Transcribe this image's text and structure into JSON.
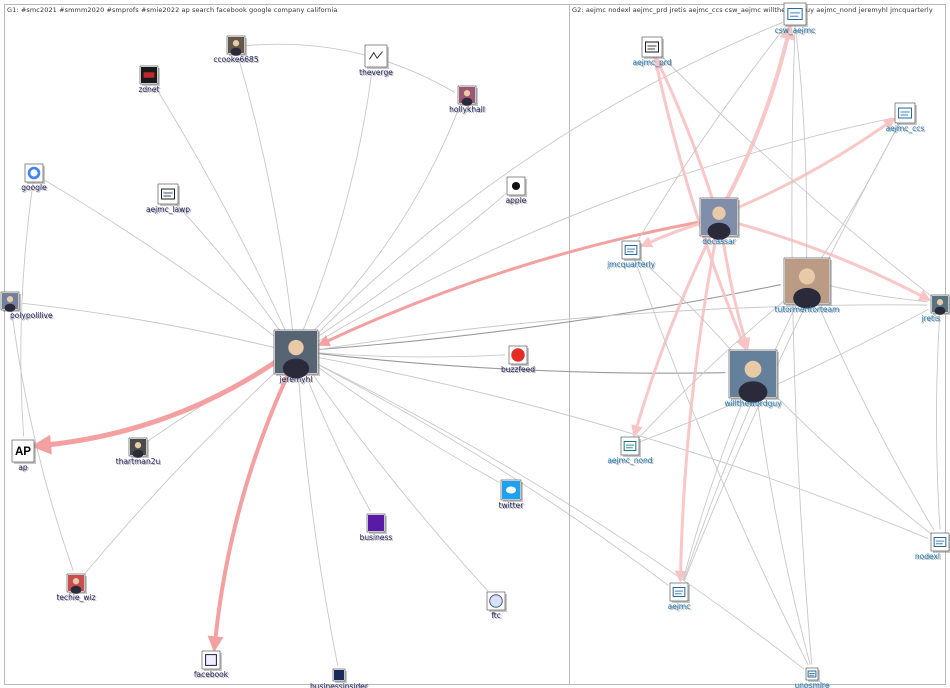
{
  "groups": [
    {
      "id": "g1",
      "title": "G1: #smc2021 #smmm2020 #smprofs #smie2022 ap search facebook google company california"
    },
    {
      "id": "g2",
      "title": "G2: aejmc nodexl aejmc_prd jretis aejmc_ccs csw_aejmc willthewordguy aejmc_nond jeremyhl jmcquarterly"
    }
  ],
  "colors": {
    "g1_label": "#1f1f5c",
    "g2_label": "#1f7ab8",
    "edge_gray": "#c8c8c8",
    "edge_dark": "#9a9a9a",
    "edge_red": "#f4a0a0",
    "edge_pink": "#f8c4c4",
    "panel_border": "#b9b9b9"
  },
  "nodes": [
    {
      "id": "ccooke6685",
      "label": "ccooke6685",
      "group": "g1",
      "icon": "avatar-photo-icon",
      "icon_color": "#4a3a2a"
    },
    {
      "id": "zdnet",
      "label": "zdnet",
      "group": "g1",
      "icon": "zdnet-logo-icon",
      "icon_color": "#c0282d"
    },
    {
      "id": "theverge",
      "label": "theverge",
      "group": "g1",
      "icon": "verge-logo-icon",
      "icon_color": "#333333"
    },
    {
      "id": "hollykhall",
      "label": "hollykhall",
      "group": "g1",
      "icon": "avatar-photo-icon",
      "icon_color": "#8a3a5a"
    },
    {
      "id": "google",
      "label": "google",
      "group": "g1",
      "icon": "google-logo-icon",
      "icon_color": "#4285f4"
    },
    {
      "id": "aejmc_lawp",
      "label": "aejmc_lawp",
      "group": "g1",
      "icon": "doc-icon",
      "icon_color": "#222222"
    },
    {
      "id": "apple",
      "label": "apple",
      "group": "g1",
      "icon": "apple-logo-icon",
      "icon_color": "#111111"
    },
    {
      "id": "polypolilive",
      "label": "polypolilive",
      "group": "g1",
      "icon": "avatar-photo-icon",
      "icon_color": "#5a6a8a"
    },
    {
      "id": "jeremyhl",
      "label": "jeremyhl",
      "group": "g1",
      "icon": "avatar-photo-icon",
      "icon_color": "#3a4a5a"
    },
    {
      "id": "buzzfeed",
      "label": "buzzfeed",
      "group": "g1",
      "icon": "buzzfeed-logo-icon",
      "icon_color": "#e32e28"
    },
    {
      "id": "ap",
      "label": "ap",
      "group": "g1",
      "icon": "ap-logo-icon",
      "icon_color": "#000000"
    },
    {
      "id": "thartman2u",
      "label": "thartman2u",
      "group": "g1",
      "icon": "avatar-photo-icon",
      "icon_color": "#2a2a2a"
    },
    {
      "id": "twitter",
      "label": "twitter",
      "group": "g1",
      "icon": "twitter-logo-icon",
      "icon_color": "#1da1f2"
    },
    {
      "id": "business",
      "label": "business",
      "group": "g1",
      "icon": "business-logo-icon",
      "icon_color": "#5a1aa8"
    },
    {
      "id": "techie_wiz",
      "label": "techie_wiz",
      "group": "g1",
      "icon": "avatar-photo-icon",
      "icon_color": "#c03030"
    },
    {
      "id": "ftc",
      "label": "ftc",
      "group": "g1",
      "icon": "ftc-seal-icon",
      "icon_color": "#3a5a9a"
    },
    {
      "id": "facebook",
      "label": "facebook",
      "group": "g1",
      "icon": "facebook-logo-icon",
      "icon_color": "#1a1a4a"
    },
    {
      "id": "businessinsider",
      "label": "businessinsider",
      "group": "g1",
      "icon": "bi-logo-icon",
      "icon_color": "#1a2a5a"
    },
    {
      "id": "csw_aejmc",
      "label": "csw_aejmc",
      "group": "g2",
      "icon": "doc-icon",
      "icon_color": "#2a6a9a"
    },
    {
      "id": "aejmc_prd",
      "label": "aejmc_prd",
      "group": "g2",
      "icon": "doc-icon",
      "icon_color": "#1a1a1a"
    },
    {
      "id": "aejmc_ccs",
      "label": "aejmc_ccs",
      "group": "g2",
      "icon": "doc-icon",
      "icon_color": "#2a6a9a"
    },
    {
      "id": "docassar",
      "label": "docassar",
      "group": "g2",
      "icon": "avatar-photo-icon",
      "icon_color": "#6a7a9a"
    },
    {
      "id": "jmcquarterly",
      "label": "jmcquarterly",
      "group": "g2",
      "icon": "doc-icon",
      "icon_color": "#2a6a9a"
    },
    {
      "id": "tutormentorteam",
      "label": "tutormentorteam",
      "group": "g2",
      "icon": "avatar-photo-icon",
      "icon_color": "#b08a70"
    },
    {
      "id": "jretis",
      "label": "jretis",
      "group": "g2",
      "icon": "avatar-photo-icon",
      "icon_color": "#3a5a6a"
    },
    {
      "id": "willthewordguy",
      "label": "willthewordguy",
      "group": "g2",
      "icon": "avatar-photo-icon",
      "icon_color": "#4a6a8a"
    },
    {
      "id": "aejmc_nond",
      "label": "aejmc_nond",
      "group": "g2",
      "icon": "doc-icon",
      "icon_color": "#1a7a7a"
    },
    {
      "id": "nodexl",
      "label": "nodexl",
      "group": "g2",
      "icon": "doc-icon",
      "icon_color": "#2a6a9a"
    },
    {
      "id": "aejmc",
      "label": "aejmc",
      "group": "g2",
      "icon": "doc-icon",
      "icon_color": "#2a6a9a"
    },
    {
      "id": "unosmlre",
      "label": "unosmlre",
      "group": "g2",
      "icon": "doc-icon",
      "icon_color": "#2a6a9a"
    }
  ],
  "edges": [
    {
      "from": "jeremyhl",
      "to": "ccooke6685",
      "style": "gray"
    },
    {
      "from": "jeremyhl",
      "to": "zdnet",
      "style": "gray"
    },
    {
      "from": "jeremyhl",
      "to": "theverge",
      "style": "gray"
    },
    {
      "from": "jeremyhl",
      "to": "hollykhall",
      "style": "gray"
    },
    {
      "from": "jeremyhl",
      "to": "google",
      "style": "gray"
    },
    {
      "from": "jeremyhl",
      "to": "aejmc_lawp",
      "style": "gray"
    },
    {
      "from": "jeremyhl",
      "to": "apple",
      "style": "gray"
    },
    {
      "from": "jeremyhl",
      "to": "polypolilive",
      "style": "gray"
    },
    {
      "from": "jeremyhl",
      "to": "buzzfeed",
      "style": "gray"
    },
    {
      "from": "jeremyhl",
      "to": "thartman2u",
      "style": "gray"
    },
    {
      "from": "jeremyhl",
      "to": "twitter",
      "style": "gray"
    },
    {
      "from": "jeremyhl",
      "to": "business",
      "style": "gray"
    },
    {
      "from": "jeremyhl",
      "to": "techie_wiz",
      "style": "gray"
    },
    {
      "from": "jeremyhl",
      "to": "ftc",
      "style": "gray"
    },
    {
      "from": "jeremyhl",
      "to": "businessinsider",
      "style": "gray"
    },
    {
      "from": "ccooke6685",
      "to": "hollykhall",
      "style": "gray"
    },
    {
      "from": "polypolilive",
      "to": "techie_wiz",
      "style": "gray"
    },
    {
      "from": "google",
      "to": "ap",
      "style": "gray"
    },
    {
      "from": "jeremyhl",
      "to": "ap",
      "style": "red",
      "weight": 5
    },
    {
      "from": "jeremyhl",
      "to": "facebook",
      "style": "red",
      "weight": 4
    },
    {
      "from": "jeremyhl",
      "to": "willthewordguy",
      "style": "dark"
    },
    {
      "from": "jeremyhl",
      "to": "tutormentorteam",
      "style": "dark"
    },
    {
      "from": "jeremyhl",
      "to": "csw_aejmc",
      "style": "gray"
    },
    {
      "from": "jeremyhl",
      "to": "aejmc_ccs",
      "style": "gray"
    },
    {
      "from": "jeremyhl",
      "to": "nodexl",
      "style": "gray"
    },
    {
      "from": "jeremyhl",
      "to": "aejmc",
      "style": "gray"
    },
    {
      "from": "jeremyhl",
      "to": "unosmlre",
      "style": "gray"
    },
    {
      "from": "jeremyhl",
      "to": "jretis",
      "style": "gray"
    },
    {
      "from": "docassar",
      "to": "jeremyhl",
      "style": "red",
      "weight": 3
    },
    {
      "from": "docassar",
      "to": "csw_aejmc",
      "style": "pink",
      "weight": 4
    },
    {
      "from": "docassar",
      "to": "aejmc_prd",
      "style": "pink",
      "weight": 3
    },
    {
      "from": "docassar",
      "to": "aejmc_ccs",
      "style": "pink",
      "weight": 3
    },
    {
      "from": "docassar",
      "to": "jmcquarterly",
      "style": "pink",
      "weight": 3
    },
    {
      "from": "docassar",
      "to": "jretis",
      "style": "pink",
      "weight": 3
    },
    {
      "from": "docassar",
      "to": "willthewordguy",
      "style": "pink",
      "weight": 3
    },
    {
      "from": "docassar",
      "to": "aejmc_nond",
      "style": "pink",
      "weight": 3
    },
    {
      "from": "docassar",
      "to": "aejmc",
      "style": "pink",
      "weight": 3
    },
    {
      "from": "aejmc_prd",
      "to": "willthewordguy",
      "style": "pink",
      "weight": 3
    },
    {
      "from": "tutormentorteam",
      "to": "jretis",
      "style": "gray"
    },
    {
      "from": "tutormentorteam",
      "to": "aejmc_ccs",
      "style": "gray"
    },
    {
      "from": "tutormentorteam",
      "to": "csw_aejmc",
      "style": "gray"
    },
    {
      "from": "tutormentorteam",
      "to": "aejmc",
      "style": "gray"
    },
    {
      "from": "tutormentorteam",
      "to": "nodexl",
      "style": "gray"
    },
    {
      "from": "tutormentorteam",
      "to": "aejmc_nond",
      "style": "gray"
    },
    {
      "from": "willthewordguy",
      "to": "aejmc",
      "style": "gray"
    },
    {
      "from": "willthewordguy",
      "to": "unosmlre",
      "style": "gray"
    },
    {
      "from": "willthewordguy",
      "to": "nodexl",
      "style": "gray"
    },
    {
      "from": "willthewordguy",
      "to": "jmcquarterly",
      "style": "gray"
    },
    {
      "from": "aejmc_prd",
      "to": "jretis",
      "style": "gray"
    },
    {
      "from": "jmcquarterly",
      "to": "unosmlre",
      "style": "gray"
    },
    {
      "from": "aejmc_ccs",
      "to": "aejmc",
      "style": "gray"
    },
    {
      "from": "csw_aejmc",
      "to": "unosmlre",
      "style": "gray"
    },
    {
      "from": "jretis",
      "to": "nodexl",
      "style": "gray"
    },
    {
      "from": "aejmc_nond",
      "to": "jretis",
      "style": "gray"
    },
    {
      "from": "csw_aejmc",
      "to": "jmcquarterly",
      "style": "gray"
    }
  ]
}
